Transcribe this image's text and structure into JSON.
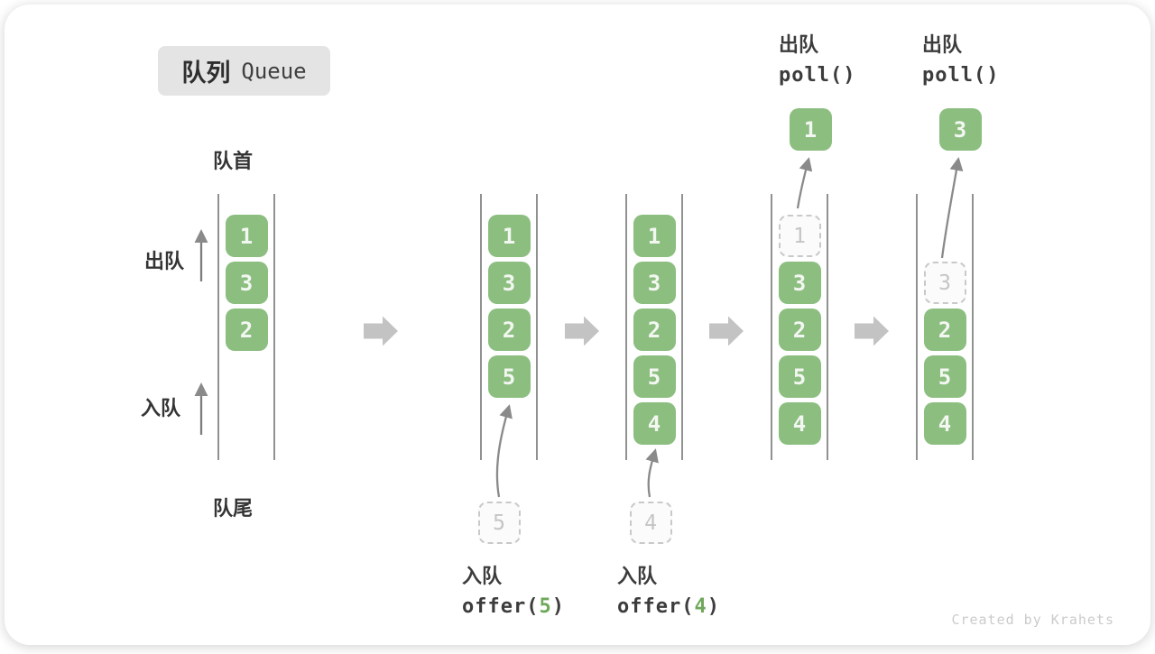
{
  "title_badge": {
    "zh": "队列",
    "en": "Queue"
  },
  "labels": {
    "front": "队首",
    "rear": "队尾",
    "dequeue_side": "出队",
    "enqueue_side": "入队"
  },
  "watermark": "Created by Krahets",
  "colors": {
    "item_green": "#8cbe80",
    "code_green": "#6fa85a",
    "text_dark": "#3c3c3c",
    "block_arrow_gray": "#c3c3c3",
    "curve_arrow_gray": "#8a8a8a",
    "wall_gray": "#6d6d6d",
    "dashed_gray": "#c9c9c9",
    "badge_bg": "#e4e4e4"
  },
  "icons": {
    "block_arrow": "right-block-arrow-icon",
    "curve_arrow": "curved-up-arrow-icon",
    "side_arrow": "up-arrow-icon"
  },
  "states": [
    {
      "slots": [
        {
          "row": 0,
          "value": "1",
          "style": "solid"
        },
        {
          "row": 1,
          "value": "3",
          "style": "solid"
        },
        {
          "row": 2,
          "value": "2",
          "style": "solid"
        }
      ]
    },
    {
      "slots": [
        {
          "row": 0,
          "value": "1",
          "style": "solid"
        },
        {
          "row": 1,
          "value": "3",
          "style": "solid"
        },
        {
          "row": 2,
          "value": "2",
          "style": "solid"
        },
        {
          "row": 3,
          "value": "5",
          "style": "solid"
        }
      ],
      "incoming_value": "5",
      "op": {
        "label": "入队",
        "code_prefix": "offer(",
        "code_arg": "5",
        "code_suffix": ")"
      }
    },
    {
      "slots": [
        {
          "row": 0,
          "value": "1",
          "style": "solid"
        },
        {
          "row": 1,
          "value": "3",
          "style": "solid"
        },
        {
          "row": 2,
          "value": "2",
          "style": "solid"
        },
        {
          "row": 3,
          "value": "5",
          "style": "solid"
        },
        {
          "row": 4,
          "value": "4",
          "style": "solid"
        }
      ],
      "incoming_value": "4",
      "op": {
        "label": "入队",
        "code_prefix": "offer(",
        "code_arg": "4",
        "code_suffix": ")"
      }
    },
    {
      "slots": [
        {
          "row": 0,
          "value": "1",
          "style": "dashed"
        },
        {
          "row": 1,
          "value": "3",
          "style": "solid"
        },
        {
          "row": 2,
          "value": "2",
          "style": "solid"
        },
        {
          "row": 3,
          "value": "5",
          "style": "solid"
        },
        {
          "row": 4,
          "value": "4",
          "style": "solid"
        }
      ],
      "outgoing_value": "1",
      "op": {
        "label": "出队",
        "code": "poll()"
      }
    },
    {
      "slots": [
        {
          "row": 1,
          "value": "3",
          "style": "dashed"
        },
        {
          "row": 2,
          "value": "2",
          "style": "solid"
        },
        {
          "row": 3,
          "value": "5",
          "style": "solid"
        },
        {
          "row": 4,
          "value": "4",
          "style": "solid"
        }
      ],
      "outgoing_value": "3",
      "op": {
        "label": "出队",
        "code": "poll()"
      }
    }
  ]
}
